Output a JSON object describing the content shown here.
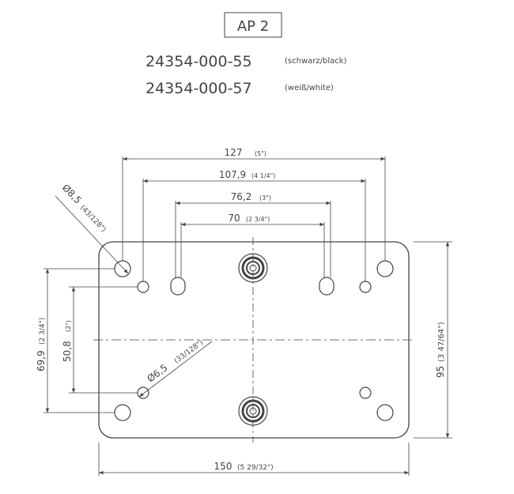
{
  "header": {
    "label": "AP 2",
    "parts": [
      {
        "number": "24354-000-55",
        "variant": "(schwarz/black)"
      },
      {
        "number": "24354-000-57",
        "variant": "(weiß/white)"
      }
    ]
  },
  "dimensions": {
    "d127": {
      "value": "127",
      "imperial": "(5\")"
    },
    "d107": {
      "value": "107,9",
      "imperial": "(4 1/4\")"
    },
    "d76": {
      "value": "76,2",
      "imperial": "(3\")"
    },
    "d70": {
      "value": "70",
      "imperial": "(2 3/4\")"
    },
    "d150": {
      "value": "150",
      "imperial": "(5 29/32\")"
    },
    "d95": {
      "value": "95",
      "imperial": "(3 47/64\")"
    },
    "d69": {
      "value": "69,9",
      "imperial": "(2 3/4\")"
    },
    "d50": {
      "value": "50,8",
      "imperial": "(2\")"
    },
    "hole_large": {
      "value": "Ø8,5",
      "imperial": "(43/128\")"
    },
    "hole_small": {
      "value": "Ø6,5",
      "imperial": "(33/128\")"
    }
  },
  "colors": {
    "line": "#444444",
    "background": "#ffffff"
  }
}
